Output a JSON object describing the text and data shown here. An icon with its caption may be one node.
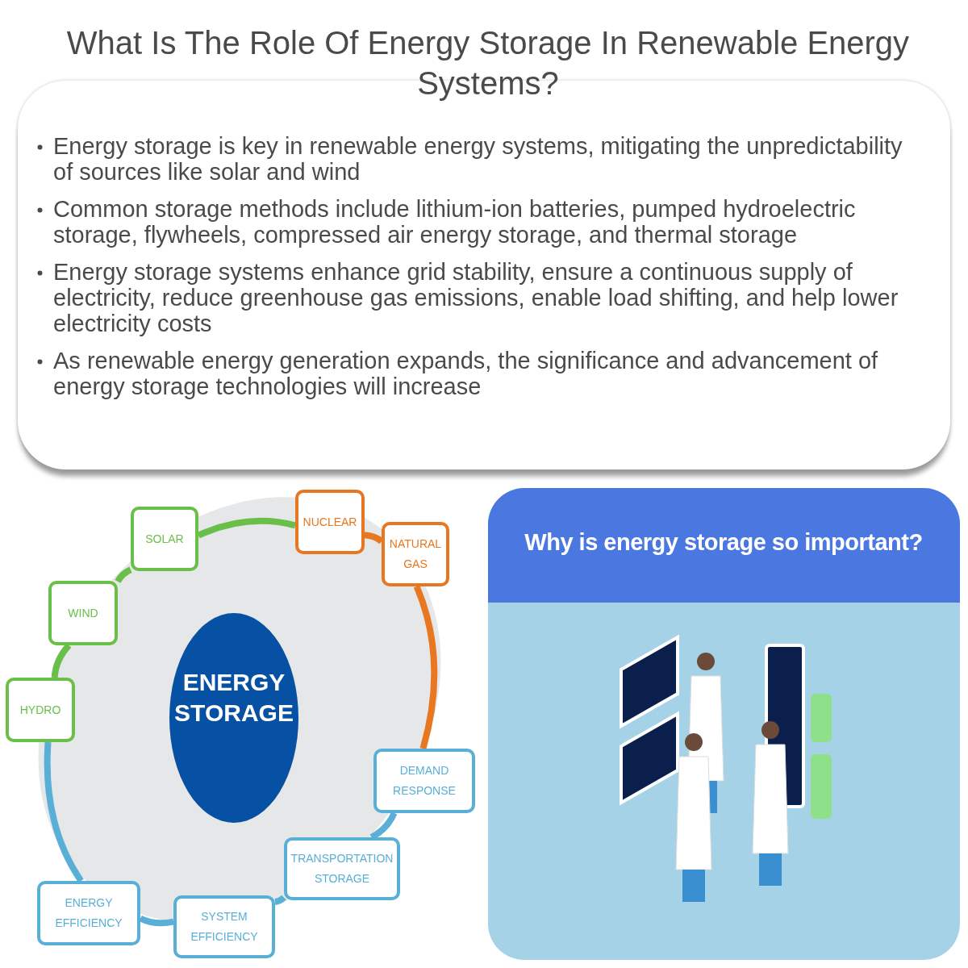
{
  "diagram": {
    "title": "What Is The Role Of Energy Storage In Renewable Energy Systems?",
    "nodes": [
      {
        "text": [
          "ENERGY STORAGE"
        ]
      },
      {
        "text": [
          "SOLAR"
        ]
      },
      {
        "text": [
          "WIND"
        ]
      },
      {
        "text": [
          "HYDRO"
        ]
      },
      {
        "text": [
          "NUCLEAR"
        ]
      },
      {
        "text": [
          "NATURAL GAS"
        ]
      },
      {
        "text": [
          "DEMAND RESPONSE"
        ]
      },
      {
        "text": [
          "TRANSPORTATION STORAGE"
        ]
      },
      {
        "text": [
          "SYSTEM EFFICIENCY"
        ]
      },
      {
        "text": [
          "ENERGY EFFICIENCY"
        ]
      }
    ],
    "edges": [
      {
        "from": 3,
        "to": 2,
        "arrow": "none",
        "color": "#6abf4b"
      },
      {
        "from": 2,
        "to": 1,
        "arrow": "none",
        "color": "#6abf4b"
      },
      {
        "from": 1,
        "to": 4,
        "arrow": "none",
        "color": "#6abf4b"
      },
      {
        "from": 4,
        "to": 5,
        "arrow": "none",
        "color": "#e87722"
      },
      {
        "from": 5,
        "to": 6,
        "arrow": "none",
        "color": "#e87722"
      },
      {
        "from": 6,
        "to": 7,
        "arrow": "none",
        "color": "#5aafd6"
      },
      {
        "from": 7,
        "to": 8,
        "arrow": "none",
        "color": "#5aafd6"
      },
      {
        "from": 8,
        "to": 9,
        "arrow": "none",
        "color": "#5aafd6"
      },
      {
        "from": 9,
        "to": 3,
        "arrow": "none",
        "color": "#5aafd6"
      }
    ],
    "labels": [
      "Energy storage is key in renewable energy systems, mitigating the unpredictability of sources like solar and wind",
      "Common storage methods include lithium-ion batteries, pumped hydroelectric storage, flywheels, compressed air energy storage, and thermal storage",
      "Energy storage systems enhance grid stability, ensure a continuous supply of electricity, reduce greenhouse gas emissions, enable load shifting, and help lower electricity costs",
      "As renewable energy generation expands, the significance and advancement of energy storage technologies will increase",
      "Why is energy storage so important?"
    ]
  }
}
